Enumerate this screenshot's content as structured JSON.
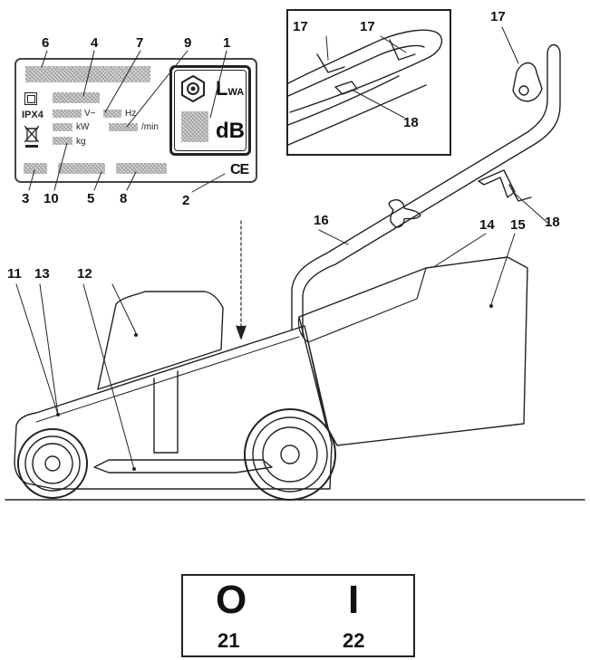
{
  "rating_plate": {
    "model_text": "IPX4",
    "lwa": "L",
    "lwa_sub": "WA",
    "db": "dB",
    "ce": "CE",
    "unit_volt": "V~",
    "unit_hz": "Hz",
    "unit_kw": "kW",
    "unit_min": "/min",
    "unit_kg": "kg"
  },
  "callouts": [
    {
      "id": "c6",
      "text": "6"
    },
    {
      "id": "c4",
      "text": "4"
    },
    {
      "id": "c7",
      "text": "7"
    },
    {
      "id": "c9",
      "text": "9"
    },
    {
      "id": "c1",
      "text": "1"
    },
    {
      "id": "c3",
      "text": "3"
    },
    {
      "id": "c10",
      "text": "10"
    },
    {
      "id": "c5",
      "text": "5"
    },
    {
      "id": "c8",
      "text": "8"
    },
    {
      "id": "c2",
      "text": "2"
    },
    {
      "id": "d17a",
      "text": "17"
    },
    {
      "id": "d17b",
      "text": "17"
    },
    {
      "id": "d18",
      "text": "18"
    },
    {
      "id": "m17",
      "text": "17"
    },
    {
      "id": "m18",
      "text": "18"
    },
    {
      "id": "m16",
      "text": "16"
    },
    {
      "id": "m14",
      "text": "14"
    },
    {
      "id": "m15",
      "text": "15"
    },
    {
      "id": "m11",
      "text": "11"
    },
    {
      "id": "m13",
      "text": "13"
    },
    {
      "id": "m12",
      "text": "12"
    }
  ],
  "switch_panel": {
    "off_symbol": "O",
    "on_symbol": "I",
    "off_number": "21",
    "on_number": "22"
  }
}
